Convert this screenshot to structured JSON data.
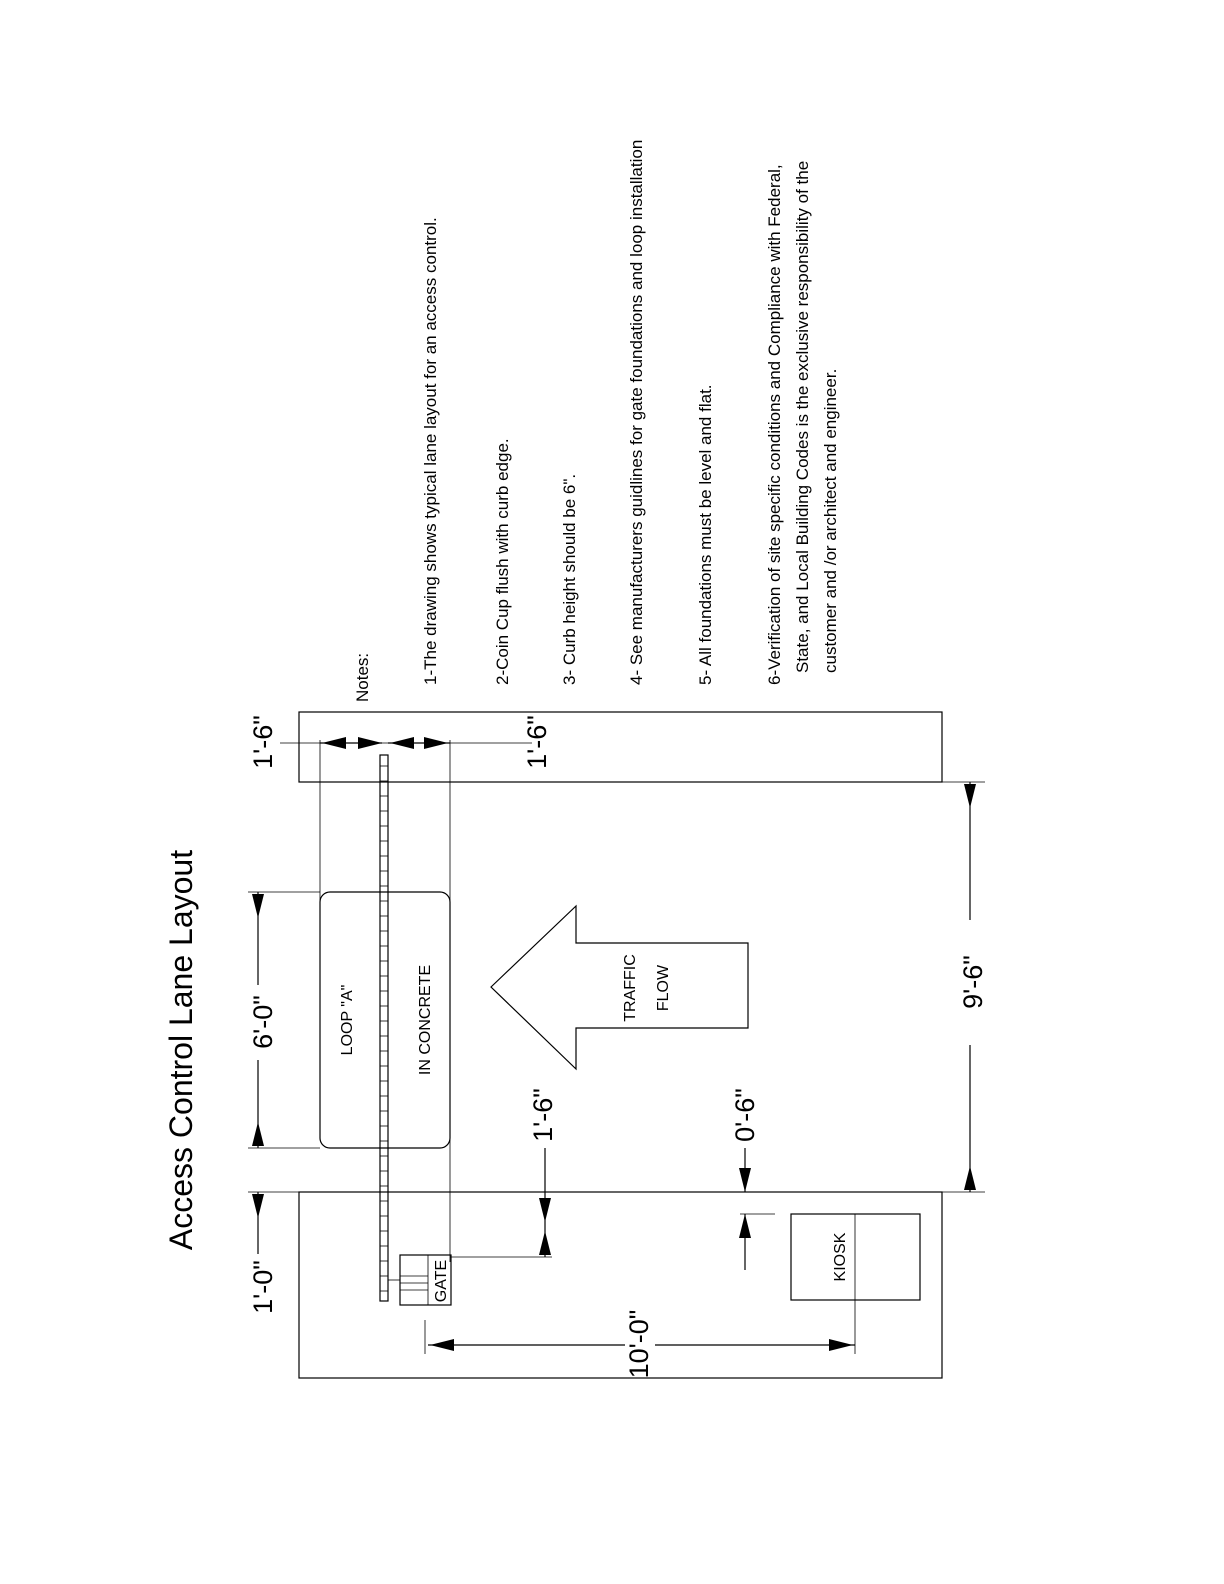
{
  "title": "Access Control Lane Layout",
  "labels": {
    "loop_line1": "LOOP \"A\"",
    "loop_line2": "IN CONCRETE",
    "traffic_line1": "TRAFFIC",
    "traffic_line2": "FLOW",
    "gate": "GATE",
    "kiosk": "KIOSK"
  },
  "dimensions": {
    "gate_offset": "1'-0\"",
    "loop_length": "6'-0\"",
    "island_top_depth": "1'-6\"",
    "island_right_depth": "1'-6\"",
    "gate_to_loop": "1'-6\"",
    "kiosk_offset": "0'-6\"",
    "lane_width": "9'-6\"",
    "island_length": "10'-0\""
  },
  "notes": {
    "heading": "Notes:",
    "items": [
      [
        "1-The drawing shows typical lane layout for an access control."
      ],
      [
        "2-Coin Cup flush with curb edge."
      ],
      [
        "3- Curb height should be 6\"."
      ],
      [
        "4- See manufacturers guidlines for gate foundations and loop installation"
      ],
      [
        "5- All foundations must be level and flat."
      ],
      [
        "6-Verification of site specific conditions and Compliance with Federal,",
        "State, and Local Building Codes is the exclusive responsibility of the",
        "customer and /or architect and engineer."
      ]
    ]
  }
}
